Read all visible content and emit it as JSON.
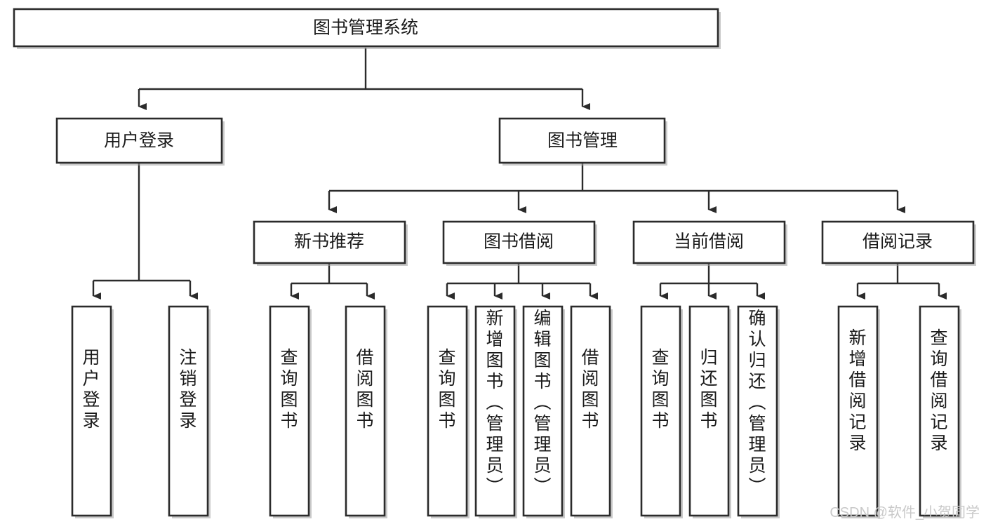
{
  "diagram": {
    "title": "图书管理系统",
    "type": "tree-hierarchy",
    "root": {
      "id": "root",
      "label": "图书管理系统"
    },
    "level2": [
      {
        "id": "user-login",
        "label": "用户登录"
      },
      {
        "id": "book-manage",
        "label": "图书管理"
      }
    ],
    "level3": [
      {
        "id": "new-book-rec",
        "label": "新书推荐",
        "parent": "book-manage"
      },
      {
        "id": "book-borrow",
        "label": "图书借阅",
        "parent": "book-manage"
      },
      {
        "id": "current-borrow",
        "label": "当前借阅",
        "parent": "book-manage"
      },
      {
        "id": "borrow-record",
        "label": "借阅记录",
        "parent": "book-manage"
      }
    ],
    "leaves": [
      {
        "id": "leaf-user-login",
        "label": "用户登录",
        "parent": "user-login"
      },
      {
        "id": "leaf-logout-login",
        "label": "注销登录",
        "parent": "user-login"
      },
      {
        "id": "leaf-query-book-1",
        "label": "查询图书",
        "parent": "new-book-rec"
      },
      {
        "id": "leaf-borrow-book-1",
        "label": "借阅图书",
        "parent": "new-book-rec"
      },
      {
        "id": "leaf-query-book-2",
        "label": "查询图书",
        "parent": "book-borrow"
      },
      {
        "id": "leaf-add-book",
        "label": "新增图书（管理员）",
        "parent": "book-borrow"
      },
      {
        "id": "leaf-edit-book",
        "label": "编辑图书（管理员）",
        "parent": "book-borrow"
      },
      {
        "id": "leaf-borrow-book-2",
        "label": "借阅图书",
        "parent": "book-borrow"
      },
      {
        "id": "leaf-query-book-3",
        "label": "查询图书",
        "parent": "current-borrow"
      },
      {
        "id": "leaf-return-book",
        "label": "归还图书",
        "parent": "current-borrow"
      },
      {
        "id": "leaf-confirm-return",
        "label": "确认归还（管理员）",
        "parent": "current-borrow"
      },
      {
        "id": "leaf-add-record",
        "label": "新增借阅记录",
        "parent": "borrow-record"
      },
      {
        "id": "leaf-query-record",
        "label": "查询借阅记录",
        "parent": "borrow-record"
      }
    ]
  },
  "watermark": {
    "text": "CSDN @软件_小贺同学"
  },
  "colors": {
    "box_stroke": "#2b2b2b",
    "box_fill": "#ffffff",
    "line": "#2b2b2b",
    "text": "#1a1a1a",
    "watermark": "#c9c9c9",
    "background": "#ffffff"
  }
}
